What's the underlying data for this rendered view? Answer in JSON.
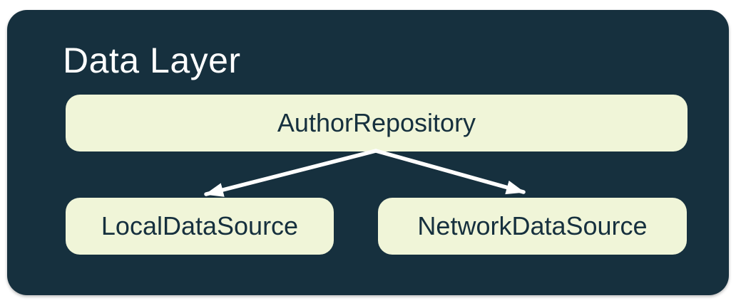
{
  "diagram": {
    "title": "Data Layer",
    "nodes": [
      {
        "id": "author-repository",
        "label": "AuthorRepository"
      },
      {
        "id": "local-data-source",
        "label": "LocalDataSource"
      },
      {
        "id": "network-data-source",
        "label": "NetworkDataSource"
      }
    ],
    "edges": [
      {
        "from": "AuthorRepository",
        "to": "LocalDataSource"
      },
      {
        "from": "AuthorRepository",
        "to": "NetworkDataSource"
      }
    ],
    "colors": {
      "page_bg": "#FFFFFF",
      "container_bg": "#16303E",
      "node_bg": "#F0F5D8",
      "node_text": "#16303E",
      "title_text": "#FFFFFF",
      "arrow": "#FFFFFF"
    }
  }
}
